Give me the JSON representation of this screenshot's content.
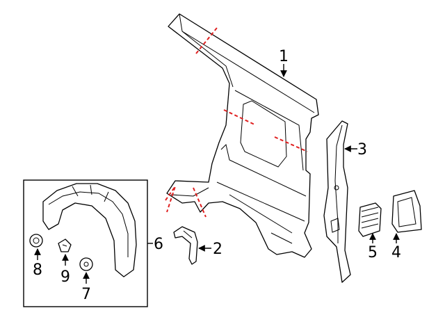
{
  "callouts": [
    {
      "id": "1",
      "label": "1"
    },
    {
      "id": "2",
      "label": "2"
    },
    {
      "id": "3",
      "label": "3"
    },
    {
      "id": "4",
      "label": "4"
    },
    {
      "id": "5",
      "label": "5"
    },
    {
      "id": "6",
      "label": "6"
    },
    {
      "id": "7",
      "label": "7"
    },
    {
      "id": "8",
      "label": "8"
    },
    {
      "id": "9",
      "label": "9"
    }
  ],
  "colors": {
    "line": "#000000",
    "cut_line": "#e02020",
    "background": "#ffffff"
  }
}
